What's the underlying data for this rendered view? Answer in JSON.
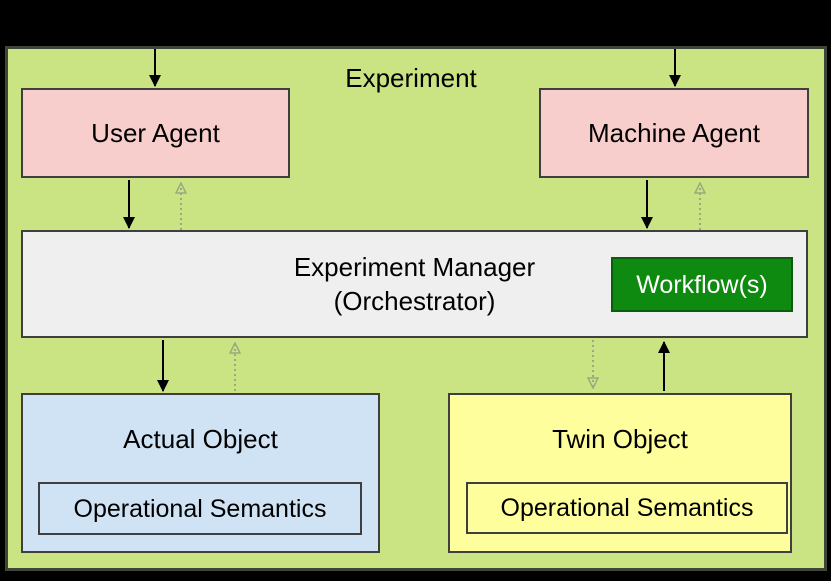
{
  "diagram": {
    "title": "Experiment",
    "nodes": {
      "user_agent": {
        "label": "User Agent"
      },
      "machine_agent": {
        "label": "Machine Agent"
      },
      "manager": {
        "label_line1": "Experiment Manager",
        "label_line2": "(Orchestrator)"
      },
      "workflow": {
        "label": "Workflow(s)"
      },
      "actual_object": {
        "label": "Actual Object",
        "sublabel": "Operational Semantics"
      },
      "twin_object": {
        "label": "Twin Object",
        "sublabel": "Operational Semantics"
      }
    },
    "edges": [
      {
        "id": "external-to-user-agent",
        "from": "external-top",
        "to": "user_agent",
        "style": "solid"
      },
      {
        "id": "external-to-machine-agent",
        "from": "external-top",
        "to": "machine_agent",
        "style": "solid"
      },
      {
        "id": "user-agent-to-manager",
        "from": "user_agent",
        "to": "manager",
        "style": "solid"
      },
      {
        "id": "manager-to-user-agent",
        "from": "manager",
        "to": "user_agent",
        "style": "dotted"
      },
      {
        "id": "machine-agent-to-manager",
        "from": "machine_agent",
        "to": "manager",
        "style": "solid"
      },
      {
        "id": "manager-to-machine-agent",
        "from": "manager",
        "to": "machine_agent",
        "style": "dotted"
      },
      {
        "id": "manager-to-actual-object",
        "from": "manager",
        "to": "actual_object",
        "style": "solid"
      },
      {
        "id": "actual-object-to-manager",
        "from": "actual_object",
        "to": "manager",
        "style": "dotted"
      },
      {
        "id": "manager-to-twin-object",
        "from": "manager",
        "to": "twin_object",
        "style": "dotted"
      },
      {
        "id": "twin-object-to-manager",
        "from": "twin_object",
        "to": "manager",
        "style": "solid"
      }
    ],
    "colors": {
      "canvas_bg": "#000000",
      "frame_fill": "#cbe483",
      "frame_border": "#3d4637",
      "box_border": "#3f3f3f",
      "agent_fill": "#f8cecc",
      "manager_fill": "#efefef",
      "workflow_fill": "#0f8a10",
      "workflow_border": "#0b5c0c",
      "workflow_text": "#ffffff",
      "actual_fill": "#d0e3f4",
      "twin_fill": "#feff9c",
      "arrow_solid": "#000000",
      "arrow_dotted": "#9aaa7e"
    }
  }
}
